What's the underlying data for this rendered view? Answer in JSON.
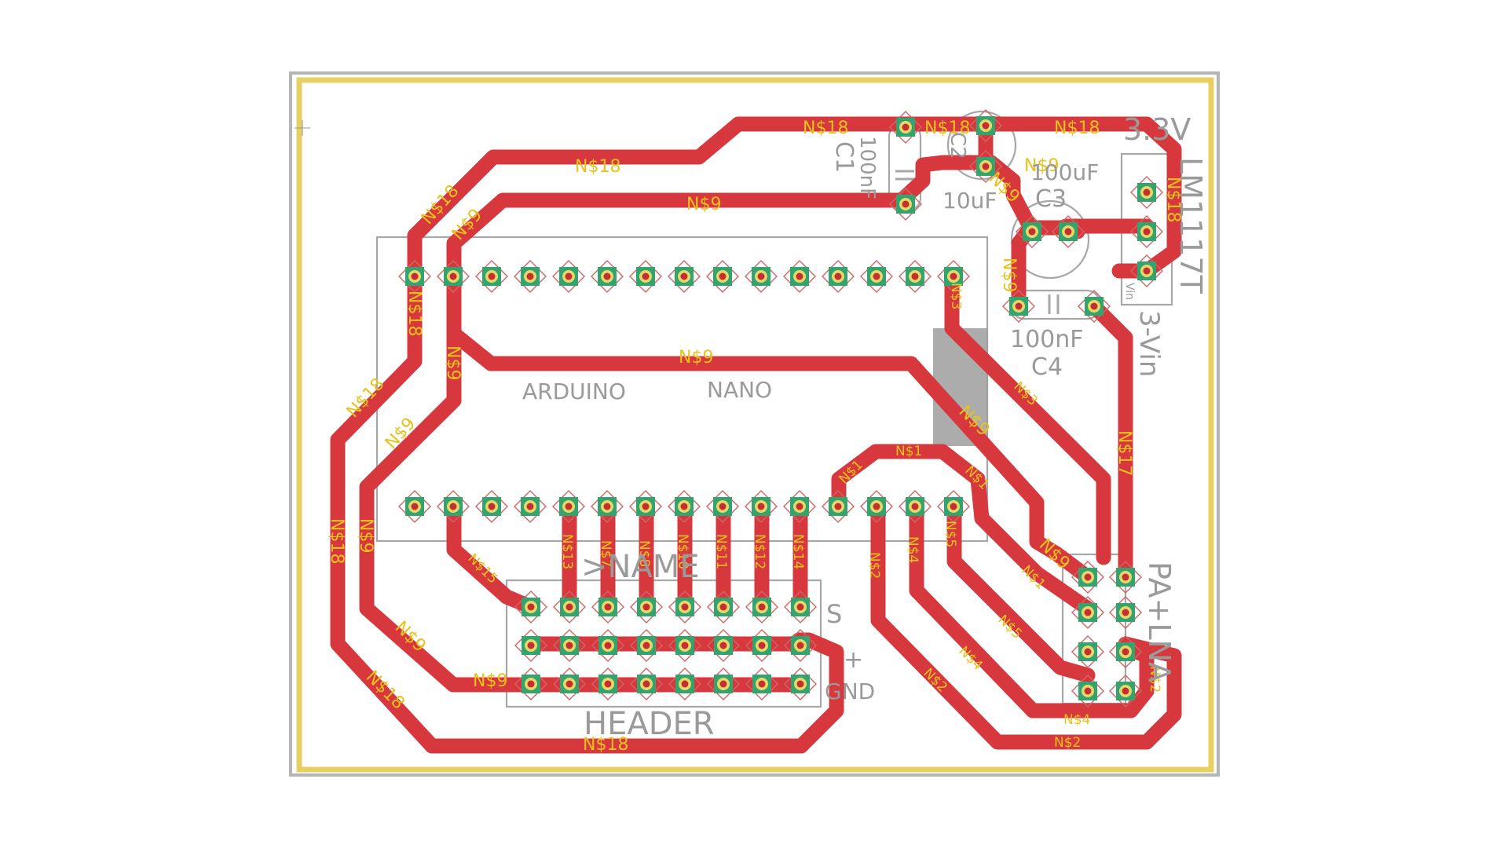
{
  "board": {
    "components": {
      "arduino": [
        "ARDUINO",
        "NANO"
      ],
      "header": [
        "HEADER",
        ">NAME",
        "S",
        "+",
        "GND"
      ],
      "pa_lna": [
        "PA+LNA"
      ],
      "regulator": [
        "3.3V",
        "LM1117T",
        "3-Vin",
        "Vin"
      ],
      "capacitors": [
        {
          "name": "C1",
          "value": "100nF"
        },
        {
          "name": "C2",
          "value": "10uF"
        },
        {
          "name": "C3",
          "value": "100uF"
        },
        {
          "name": "C4",
          "value": "100nF"
        }
      ]
    },
    "nets": [
      "N$1",
      "N$2",
      "N$3",
      "N$4",
      "N$5",
      "N$7",
      "N$8",
      "N$9",
      "N$10",
      "N$11",
      "N$12",
      "N$13",
      "N$14",
      "N$15",
      "N$17",
      "N$18"
    ]
  },
  "colors": {
    "copper_trace": "#d7383e",
    "pad": "#34a46f",
    "silkscreen": "#9a9a9a",
    "net_label": "#e8c21c",
    "board_outline": "#e8cf62"
  }
}
